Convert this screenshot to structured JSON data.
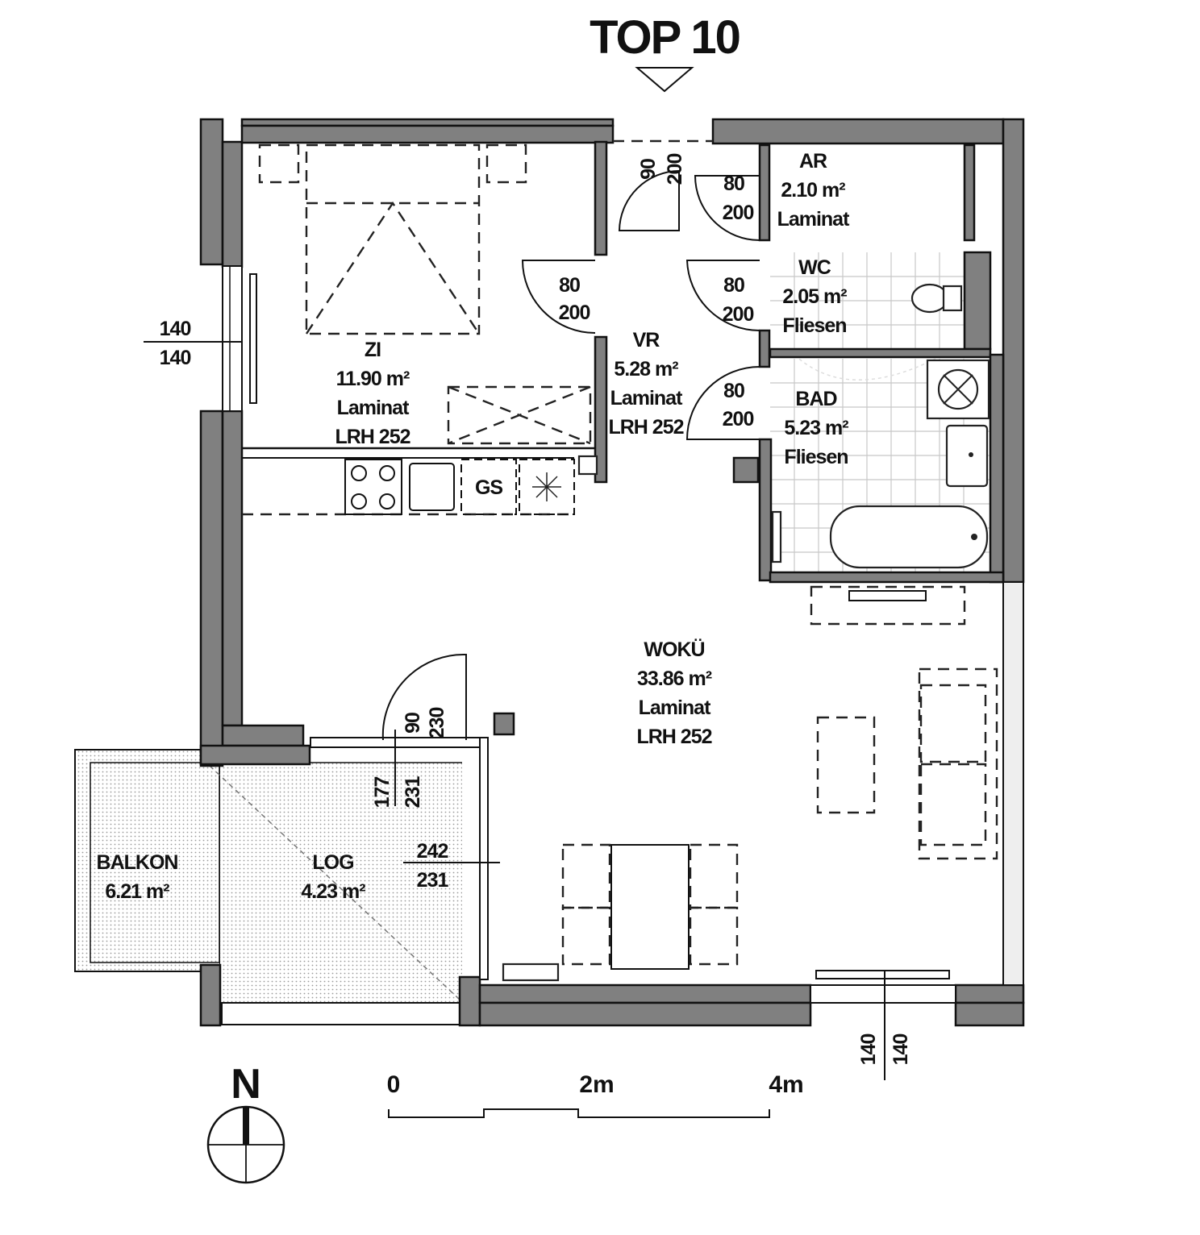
{
  "plan": {
    "title": "TOP 10",
    "rooms": [
      {
        "id": "zi",
        "lines": [
          "ZI",
          "11.90 m²",
          "Laminat",
          "LRH 252"
        ]
      },
      {
        "id": "vr",
        "lines": [
          "VR",
          "5.28 m²",
          "Laminat",
          "LRH 252"
        ]
      },
      {
        "id": "ar",
        "lines": [
          "AR",
          "2.10 m²",
          "Laminat"
        ]
      },
      {
        "id": "wc",
        "lines": [
          "WC",
          "2.05 m²",
          "Fliesen"
        ]
      },
      {
        "id": "bad",
        "lines": [
          "BAD",
          "5.23 m²",
          "Fliesen"
        ]
      },
      {
        "id": "woku",
        "lines": [
          "WOKÜ",
          "33.86 m²",
          "Laminat",
          "LRH 252"
        ]
      },
      {
        "id": "balkon",
        "lines": [
          "BALKON",
          "6.21 m²"
        ]
      },
      {
        "id": "log",
        "lines": [
          "LOG",
          "4.23 m²"
        ]
      }
    ],
    "doors": {
      "entry": [
        "90",
        "200"
      ],
      "ar": [
        "80",
        "200"
      ],
      "zi": [
        "80",
        "200"
      ],
      "wc": [
        "80",
        "200"
      ],
      "bad": [
        "80",
        "200"
      ],
      "terrace": [
        "90",
        "230"
      ]
    },
    "windows": {
      "west": [
        "140",
        "140"
      ],
      "log_top": [
        "177",
        "231"
      ],
      "log_side": [
        "242",
        "231"
      ],
      "south": [
        "140",
        "140"
      ]
    },
    "kitchen_label": "GS",
    "north_label": "N",
    "scale_labels": [
      "0",
      "2m",
      "4m"
    ],
    "colors": {
      "wall": "#808080",
      "line": "#111111",
      "tile": "#c8c8c8"
    }
  }
}
